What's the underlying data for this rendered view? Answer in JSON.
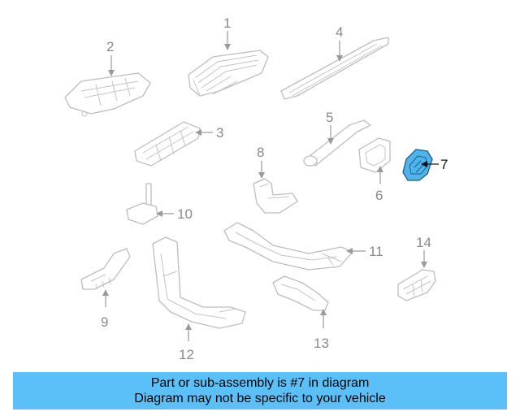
{
  "diagram": {
    "callouts": [
      {
        "id": "1",
        "label": "1"
      },
      {
        "id": "2",
        "label": "2"
      },
      {
        "id": "3",
        "label": "3"
      },
      {
        "id": "4",
        "label": "4"
      },
      {
        "id": "5",
        "label": "5"
      },
      {
        "id": "6",
        "label": "6"
      },
      {
        "id": "7",
        "label": "7"
      },
      {
        "id": "8",
        "label": "8"
      },
      {
        "id": "9",
        "label": "9"
      },
      {
        "id": "10",
        "label": "10"
      },
      {
        "id": "11",
        "label": "11"
      },
      {
        "id": "12",
        "label": "12"
      },
      {
        "id": "13",
        "label": "13"
      },
      {
        "id": "14",
        "label": "14"
      }
    ],
    "highlighted_part": "7",
    "highlight_color": "#4fb4ea"
  },
  "banner": {
    "line1": "Part or sub-assembly is #7 in diagram",
    "line2": "Diagram may not be specific to your vehicle",
    "color": "#5bc0f7"
  }
}
